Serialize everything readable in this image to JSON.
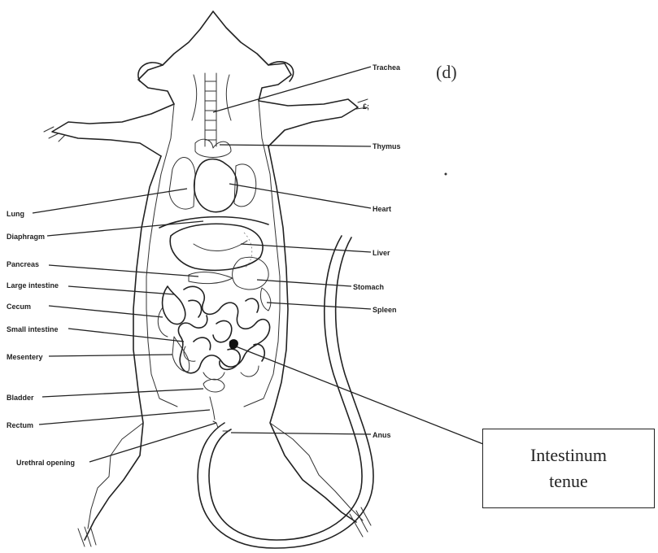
{
  "panel_label": "(d)",
  "corner_mark": "£;",
  "labels": {
    "trachea": "Trachea",
    "thymus": "Thymus",
    "lung": "Lung",
    "heart": "Heart",
    "diaphragm": "Diaphragm",
    "liver": "Liver",
    "pancreas": "Pancreas",
    "stomach": "Stomach",
    "large_intestine": "Large intestine",
    "spleen": "Spleen",
    "cecum": "Cecum",
    "small_intestine": "Small intestine",
    "mesentery": "Mesentery",
    "bladder": "Bladder",
    "rectum": "Rectum",
    "anus": "Anus",
    "urethral_opening": "Urethral opening"
  },
  "callout": {
    "line1": "Intestinum",
    "line2": "tenue"
  }
}
